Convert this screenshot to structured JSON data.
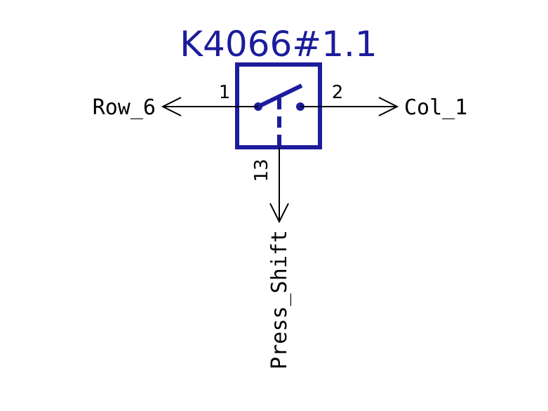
{
  "component": {
    "reference": "K4066#1.1",
    "pins": {
      "left": "1",
      "right": "2",
      "bottom": "13"
    }
  },
  "nets": {
    "left": "Row_6",
    "right": "Col_1",
    "bottom": "Press_Shift"
  },
  "colors": {
    "symbol": "#1c1c9c",
    "wire": "#000000",
    "background": "#ffffff"
  }
}
